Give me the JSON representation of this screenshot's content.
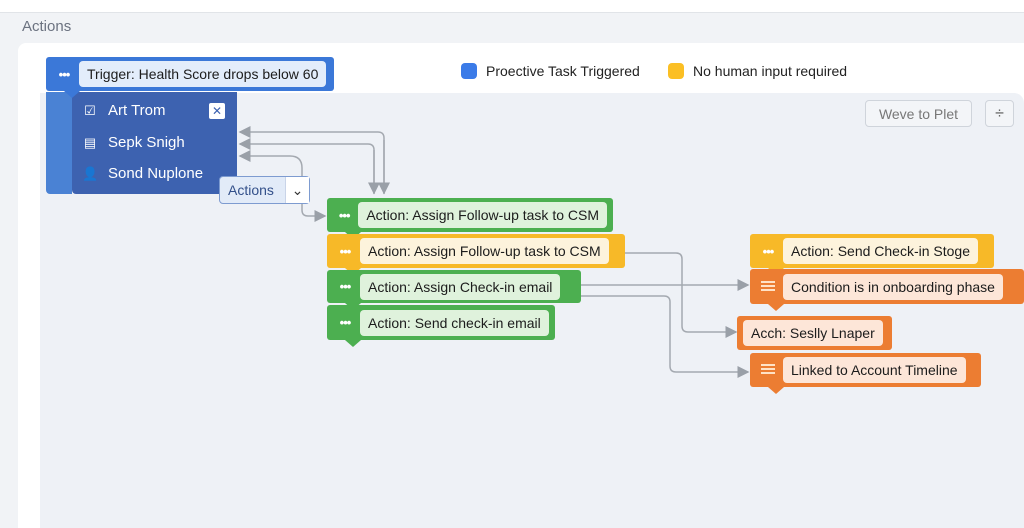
{
  "header": {
    "title": "Actions"
  },
  "legend": [
    {
      "label": "Proective Task Triggered",
      "color": "#3b7be8"
    },
    {
      "label": "No human input required",
      "color": "#fbbf24"
    }
  ],
  "toolbar": {
    "move_button": "Weve to Plet",
    "split_icon": "divide-icon"
  },
  "trigger": {
    "label": "Trigger: Health Score drops below 60"
  },
  "side_menu": {
    "items": [
      {
        "label": "Art Trom",
        "icon": "checkbox-icon"
      },
      {
        "label": "Sepk Snigh",
        "icon": "inbox-icon"
      },
      {
        "label": "Sond Nuplone",
        "icon": "users-icon"
      }
    ]
  },
  "actions_dropdown": {
    "value": "Actions"
  },
  "blocks": [
    {
      "label": "Action: Assign Follow-up task to CSM",
      "color": "green"
    },
    {
      "label": "Action: Assign Follow-up task to CSM",
      "color": "yellow"
    },
    {
      "label": "Action: Assign Check-in email",
      "color": "green"
    },
    {
      "label": "Action: Send check-in email",
      "color": "green"
    },
    {
      "label": "Action: Send Check-in Stoge",
      "color": "yellow"
    },
    {
      "label": "Condition is in onboarding phase",
      "color": "orange"
    },
    {
      "label": "Acch: Seslly Lnaper",
      "color": "orange"
    },
    {
      "label": "Linked to Account Timeline",
      "color": "orange"
    }
  ]
}
